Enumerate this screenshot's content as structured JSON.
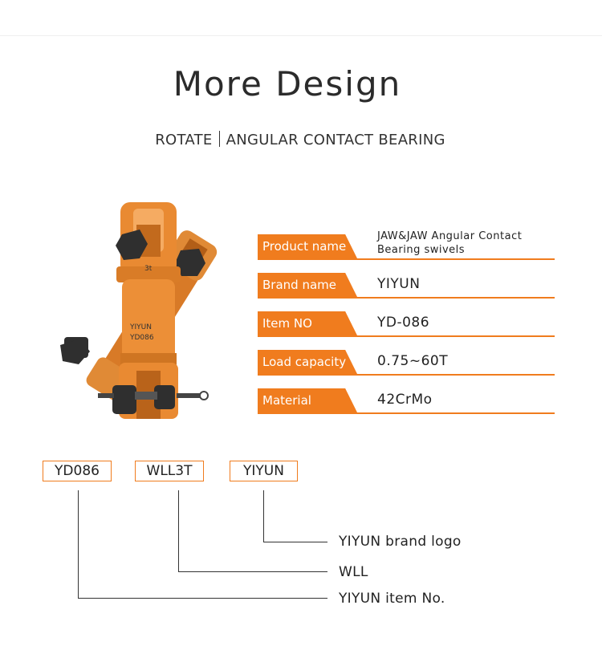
{
  "header": {
    "title": "More Design",
    "subtitle_left": "ROTATE",
    "subtitle_right": "ANGULAR CONTACT BEARING"
  },
  "product_image": {
    "engraving_load": "3t",
    "engraving_brand": "YIYUN",
    "engraving_item": "YD086",
    "body_color": "#e98a32",
    "hardware_color": "#2f2f2f"
  },
  "specs": [
    {
      "label": "Product name",
      "value_line1": "JAW&JAW Angular Contact",
      "value_line2": "Bearing swivels"
    },
    {
      "label": "Brand name",
      "value": "YIYUN"
    },
    {
      "label": "Item NO",
      "value": "YD-086"
    },
    {
      "label": "Load capacity",
      "value": "0.75~60T"
    },
    {
      "label": "Material",
      "value": "42CrMo"
    }
  ],
  "markings": {
    "tags": [
      "YD086",
      "WLL3T",
      "YIYUN"
    ],
    "callouts": [
      "YIYUN brand logo",
      "WLL",
      "YIYUN item No."
    ]
  },
  "colors": {
    "accent": "#f07c1e"
  }
}
